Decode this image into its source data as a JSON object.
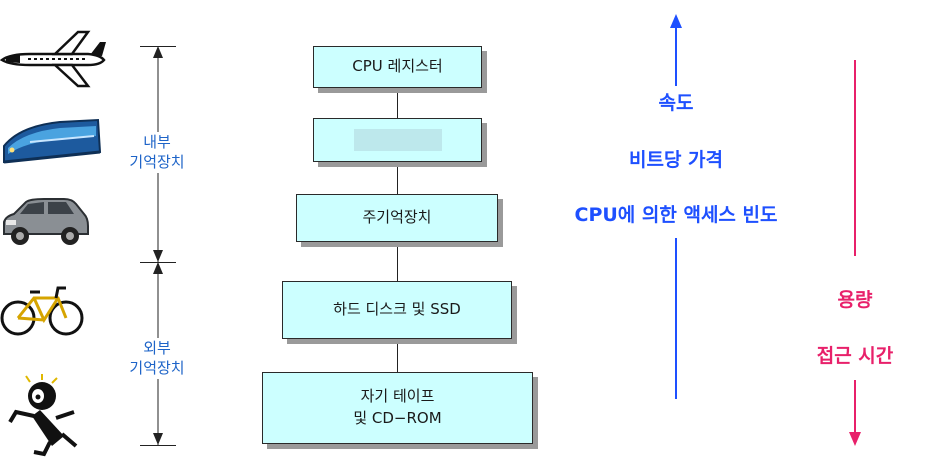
{
  "hierarchy": {
    "levels": [
      {
        "label": "CPU 레지스터"
      },
      {
        "label": ""
      },
      {
        "label": "주기억장치"
      },
      {
        "label": "하드 디스크 및 SSD"
      },
      {
        "label_line1": "자기 테이프",
        "label_line2": "및 CD−ROM"
      }
    ]
  },
  "groups": {
    "internal": {
      "line1": "내부",
      "line2": "기억장치"
    },
    "external": {
      "line1": "외부",
      "line2": "기억장치"
    }
  },
  "up_axis": {
    "items": [
      "속도",
      "비트당 가격",
      "CPU에 의한 액세스 빈도"
    ],
    "color": "#1e50ff"
  },
  "down_axis": {
    "items": [
      "용량",
      "접근 시간"
    ],
    "color": "#e8206a"
  },
  "icons": [
    "airplane-icon",
    "train-icon",
    "car-icon",
    "bicycle-icon",
    "running-person-icon"
  ]
}
